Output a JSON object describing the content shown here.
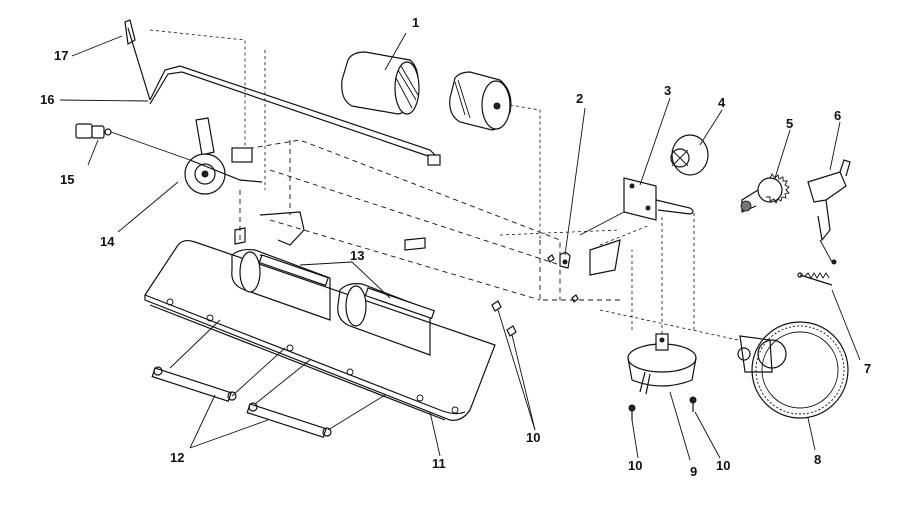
{
  "callouts": {
    "c1": "1",
    "c2": "2",
    "c3": "3",
    "c4": "4",
    "c5": "5",
    "c6": "6",
    "c7": "7",
    "c8": "8",
    "c9": "9",
    "c10a": "10",
    "c10b": "10",
    "c10c": "10",
    "c11": "11",
    "c12": "12",
    "c13": "13",
    "c14": "14",
    "c15": "15",
    "c16": "16",
    "c17": "17"
  }
}
